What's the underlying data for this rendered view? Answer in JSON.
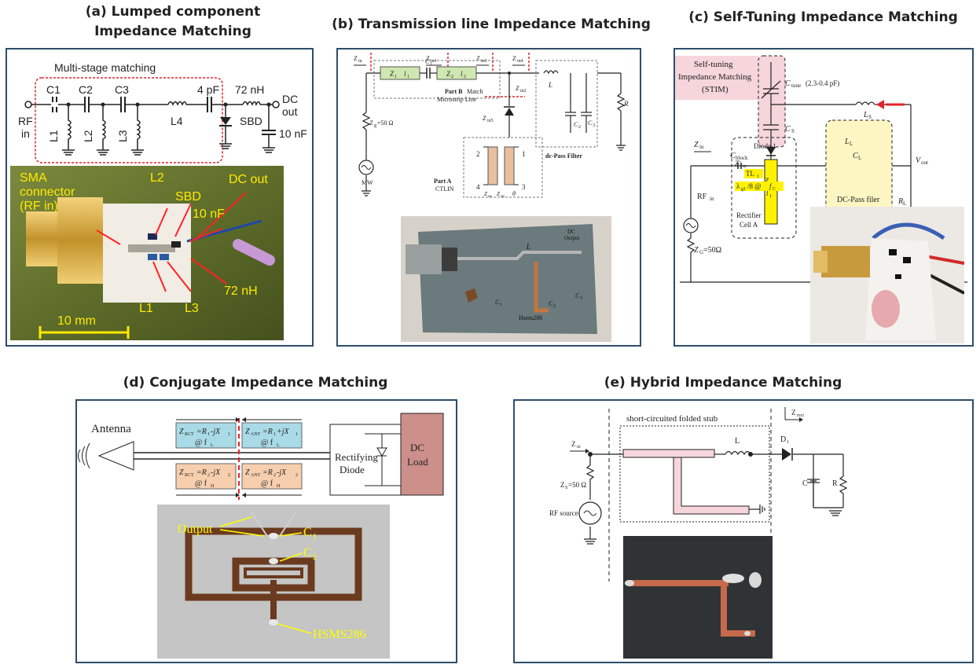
{
  "titles": {
    "a_line1": "(a) Lumped component",
    "a_line2": "Impedance Matching",
    "b": "(b) Transmission line Impedance Matching",
    "c": "(c) Self-Tuning Impedance Matching",
    "d": "(d) Conjugate Impedance Matching",
    "e": "(e) Hybrid Impedance Matching"
  },
  "panel_a": {
    "multistage": "Multi-stage matching",
    "c1": "C1",
    "c2": "C2",
    "c3": "C3",
    "l1": "L1",
    "l2": "L2",
    "l3": "L3",
    "l4": "L4",
    "cap4pf": "4 pF",
    "ind72": "72 nH",
    "sbd": "SBD",
    "cap10": "10 nF",
    "rf": "RF",
    "rf_in": "in",
    "dc": "DC",
    "dc_out": "out",
    "photo": {
      "sma1": "SMA",
      "sma2": "connector",
      "sma3": "(RF in)",
      "l2": "L2",
      "sbd": "SBD",
      "dcout": "DC out",
      "nf10": "10 nF",
      "nh72": "72 nH",
      "l1": "L1",
      "l3": "L3",
      "mm10": "10 mm"
    }
  },
  "panel_b": {
    "zin": "Z",
    "zin_sub": "in",
    "zin1": "Z",
    "zin1_sub": "in1",
    "zin2": "Z",
    "zin2_sub": "in2",
    "zin3": "Z",
    "zin3_sub": "in3",
    "zin4": "Z",
    "zin4_sub": "in4",
    "zin5": "Z",
    "zin5_sub": "in5",
    "z1": "Z",
    "z1_sub": "1",
    "l1": "l",
    "l1_sub": "1",
    "z2": "Z",
    "z2_sub": "2",
    "l2": "l",
    "l2_sub": "2",
    "c1": "C",
    "c1_sub": "1",
    "partb1": "Part B",
    "partb2": "Match",
    "microstrip": "Microstrip Line",
    "zg": "Z",
    "zg_sub": "g",
    "zg_val": "=50 Ω",
    "mw": "MW",
    "l": "L",
    "c2": "C",
    "c2_sub": "2",
    "c3": "C",
    "c3_sub": "3",
    "r": "R",
    "dcfilter": "dc-Pass Filter",
    "n1": "1",
    "n2": "2",
    "n3": "3",
    "n4": "4",
    "parta1": "Part A",
    "parta2": "CTLIN",
    "zoe": "Z",
    "zoe_sub": "oe",
    "zoo": "Z",
    "zoo_sub": "oo",
    "theta": "θ",
    "photo": {
      "dcout1": "DC",
      "dcout2": "Output",
      "l": "L",
      "c1": "C",
      "c1_sub": "1",
      "c2": "C",
      "c2_sub": "2",
      "c3": "C",
      "c3_sub": "3",
      "hsms": "Hsms286"
    }
  },
  "panel_c": {
    "stim1": "Self-tuning",
    "stim2": "Impedance Matching",
    "stim3": "(STIM)",
    "ctune": "C",
    "ctune_sub": "tune",
    "ctune_range": "(2.3-0.4 pF)",
    "ls": "L",
    "ls_sub": "S",
    "cs": "C",
    "cs_sub": "S",
    "zin": "Z",
    "zin_sub": "in",
    "cblock": "C",
    "cblock_sub": "block",
    "vout": "V",
    "vout_sub": "out",
    "ll": "L",
    "ll_sub": "L",
    "cl": "C",
    "cl_sub": "L",
    "rl": "R",
    "rl_sub": "L",
    "rfin": "RF",
    "rfin_sub": "in",
    "diode1": "Diode 1",
    "zprime": "Z′",
    "zprime_sub": "in",
    "tl1": "TL",
    "tl1_sub": "1",
    "lambda": "λ",
    "lambda_sub": "g1",
    "lambda_rest": "/8 @",
    "fc": "f",
    "fc_sub": "C",
    "z1": "Z",
    "z1_sub": "1",
    "l1": "l",
    "l1_sub": "1",
    "zg": "Z",
    "zg_sub": "G",
    "zg_val": "=50Ω",
    "rect1": "Rectifier",
    "rect2": "Cell A",
    "dcpass": "DC-Pass filer"
  },
  "panel_d": {
    "antenna": "Antenna",
    "zrct1": "Z",
    "zrct1_sub": "RCT",
    "zrct1_val": "=R",
    "zrct1_r": "1",
    "zrct1_rest": "-jX",
    "zrct1_x": "1",
    "zant1": "Z",
    "zant1_sub": "ANT",
    "zant1_val": "=R",
    "zant1_r": "1",
    "zant1_rest": "+jX",
    "zant1_x": "1",
    "fl": "@ f",
    "fl_sub": "L",
    "zrct2": "Z",
    "zrct2_sub": "RCT",
    "zrct2_val": "=R",
    "zrct2_r": "2",
    "zrct2_rest": "-jX",
    "zrct2_x": "2",
    "zant2": "Z",
    "zant2_sub": "ANT",
    "zant2_val": "=R",
    "zant2_r": "2",
    "zant2_rest": "-jX",
    "zant2_x": "2",
    "fh": "@ f",
    "fh_sub": "H",
    "rect1": "Rectifying",
    "rect2": "Diode",
    "dc1": "DC",
    "dc2": "Load",
    "photo": {
      "output": "Output",
      "c1": "C",
      "c1_sub": "1",
      "c2": "C",
      "c2_sub": "2",
      "hsms": "HSMS286"
    }
  },
  "panel_e": {
    "zrect": "Z",
    "zrect_sub": "rect",
    "zin": "Z",
    "zin_sub": "in",
    "stub": "short-circuited folded stub",
    "l": "L",
    "d1": "D",
    "d1_sub": "1",
    "zs": "Z",
    "zs_sub": "S",
    "zs_val": "=50 Ω",
    "rfsource": "RF source",
    "c": "C",
    "r": "R"
  },
  "colors": {
    "frame": "#2e4d6b",
    "red_dash": "#e0242a",
    "green_box": "#cfe7b0",
    "orange_box": "#e9bf9f",
    "pink_box": "#f6d5db",
    "yellow_box": "#fdf6c3",
    "yellow_label": "#fff200",
    "blue_box": "#a9dbe6",
    "salmon_box": "#f7cfae",
    "brown_box": "#c49a6c",
    "annotation_yellow": "#ffff00"
  }
}
